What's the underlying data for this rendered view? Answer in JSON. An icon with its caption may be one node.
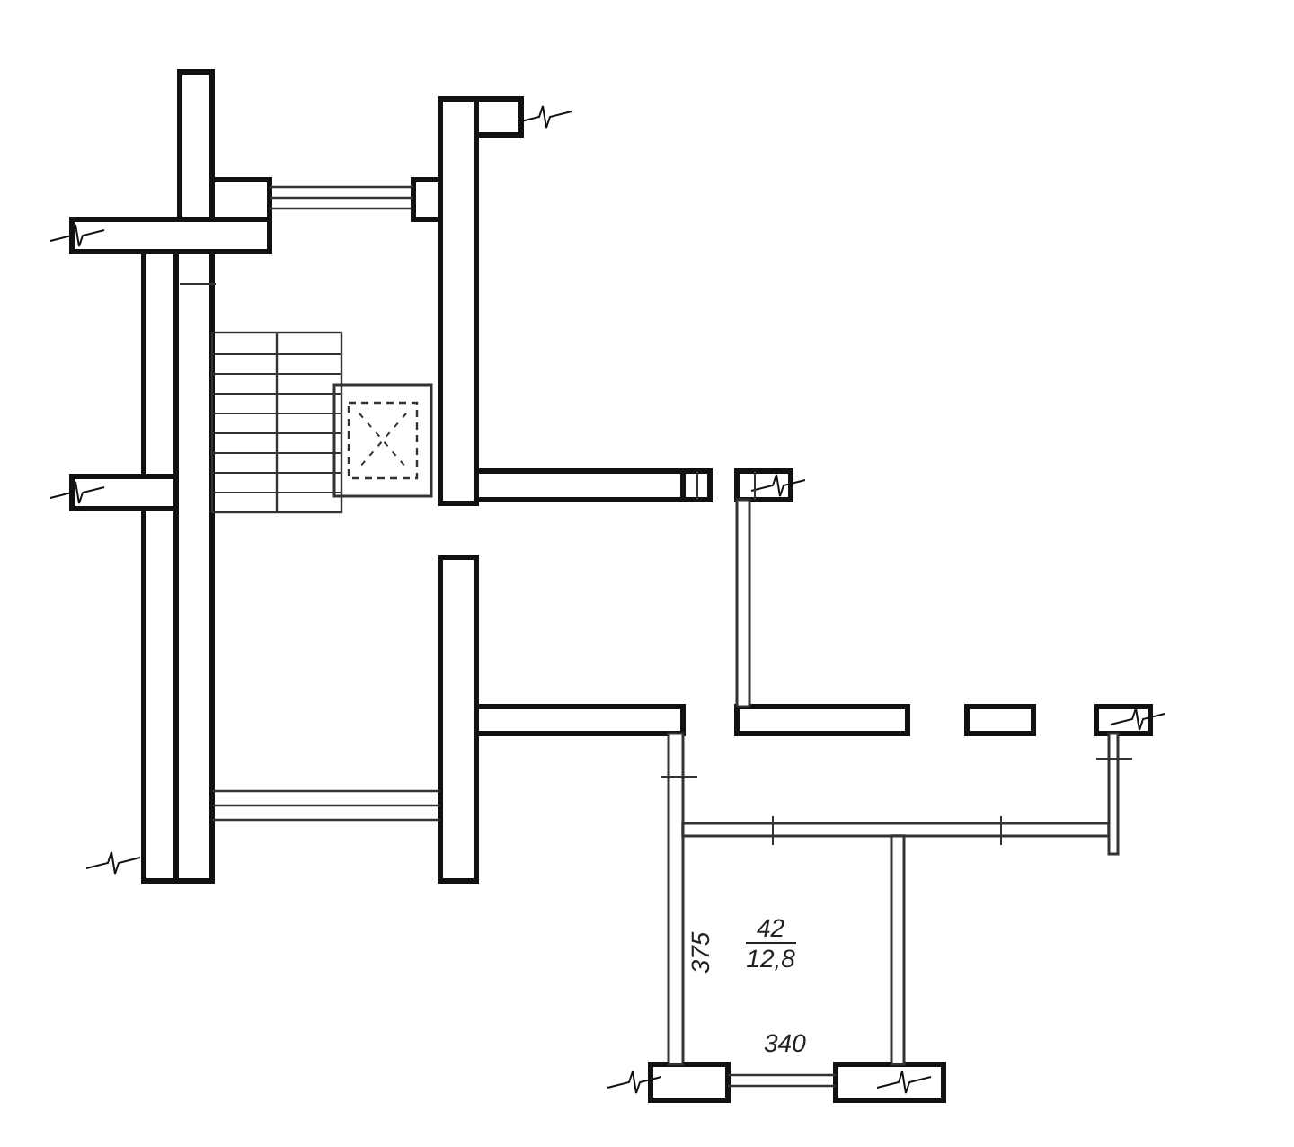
{
  "diagram": {
    "nodes": [
      {
        "text": [
          "42",
          "12,8"
        ]
      }
    ],
    "edges": [],
    "labels": [
      "375",
      "340"
    ]
  }
}
